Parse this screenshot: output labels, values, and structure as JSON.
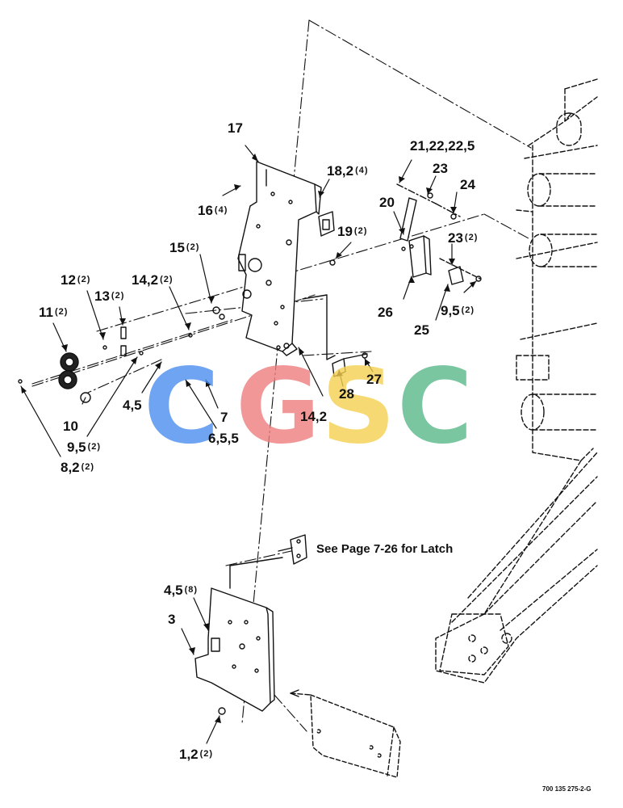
{
  "callouts": [
    {
      "id": "17",
      "label": "17",
      "qty": ""
    },
    {
      "id": "18",
      "label": "18,2",
      "qty": "(4)"
    },
    {
      "id": "16",
      "label": "16",
      "qty": "(4)"
    },
    {
      "id": "19",
      "label": "19",
      "qty": "(2)"
    },
    {
      "id": "15",
      "label": "15",
      "qty": "(2)"
    },
    {
      "id": "14a",
      "label": "14,2",
      "qty": "(2)"
    },
    {
      "id": "12",
      "label": "12",
      "qty": "(2)"
    },
    {
      "id": "13",
      "label": "13",
      "qty": "(2)"
    },
    {
      "id": "11",
      "label": "11",
      "qty": "(2)"
    },
    {
      "id": "10",
      "label": "10",
      "qty": ""
    },
    {
      "id": "95a",
      "label": "9,5",
      "qty": "(2)"
    },
    {
      "id": "82",
      "label": "8,2",
      "qty": "(2)"
    },
    {
      "id": "45a",
      "label": "4,5",
      "qty": ""
    },
    {
      "id": "7",
      "label": "7",
      "qty": ""
    },
    {
      "id": "655",
      "label": "6,5,5",
      "qty": ""
    },
    {
      "id": "14b",
      "label": "14,2",
      "qty": ""
    },
    {
      "id": "28",
      "label": "28",
      "qty": ""
    },
    {
      "id": "27",
      "label": "27",
      "qty": ""
    },
    {
      "id": "21",
      "label": "21,22,22,5",
      "qty": ""
    },
    {
      "id": "23a",
      "label": "23",
      "qty": ""
    },
    {
      "id": "24",
      "label": "24",
      "qty": ""
    },
    {
      "id": "20",
      "label": "20",
      "qty": ""
    },
    {
      "id": "23b",
      "label": "23",
      "qty": "(2)"
    },
    {
      "id": "26",
      "label": "26",
      "qty": ""
    },
    {
      "id": "95b",
      "label": "9,5",
      "qty": "(2)"
    },
    {
      "id": "25",
      "label": "25",
      "qty": ""
    },
    {
      "id": "45b",
      "label": "4,5",
      "qty": "(8)"
    },
    {
      "id": "3",
      "label": "3",
      "qty": ""
    },
    {
      "id": "12b",
      "label": "1,2",
      "qty": "(2)"
    }
  ],
  "note": "See Page 7-26 for Latch",
  "part_number": "700 135 275-2-G",
  "watermark": {
    "letters": [
      "C",
      "G",
      "S",
      "C"
    ],
    "colors": [
      "#4a8ef0",
      "#f07e7e",
      "#f5d050",
      "#5ab88a"
    ]
  },
  "colors": {
    "ink": "#111111",
    "background": "#ffffff"
  }
}
